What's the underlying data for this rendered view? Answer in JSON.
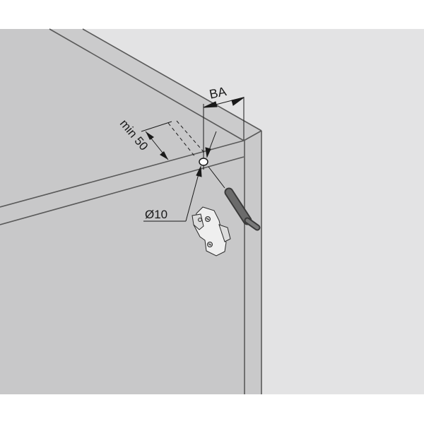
{
  "diagram": {
    "type": "technical-installation-drawing",
    "subject": "Cabinet corner with push-to-open damper and hinge mounting plate",
    "labels": {
      "setback": "BA",
      "min_distance": "min 50",
      "bore_diameter": "Ø10"
    },
    "colors": {
      "background": "#ffffff",
      "panel_front": "#c8c8c9",
      "panel_top": "#cbcbcc",
      "back_wall": "#e3e3e4",
      "edge_line": "#5a5a5a",
      "dimension_line": "#1a1a1a"
    },
    "components": [
      {
        "name": "cabinet-side-panel"
      },
      {
        "name": "drill-hole",
        "diameter": "Ø10"
      },
      {
        "name": "push-damper"
      },
      {
        "name": "hinge-mounting-plate"
      }
    ]
  }
}
